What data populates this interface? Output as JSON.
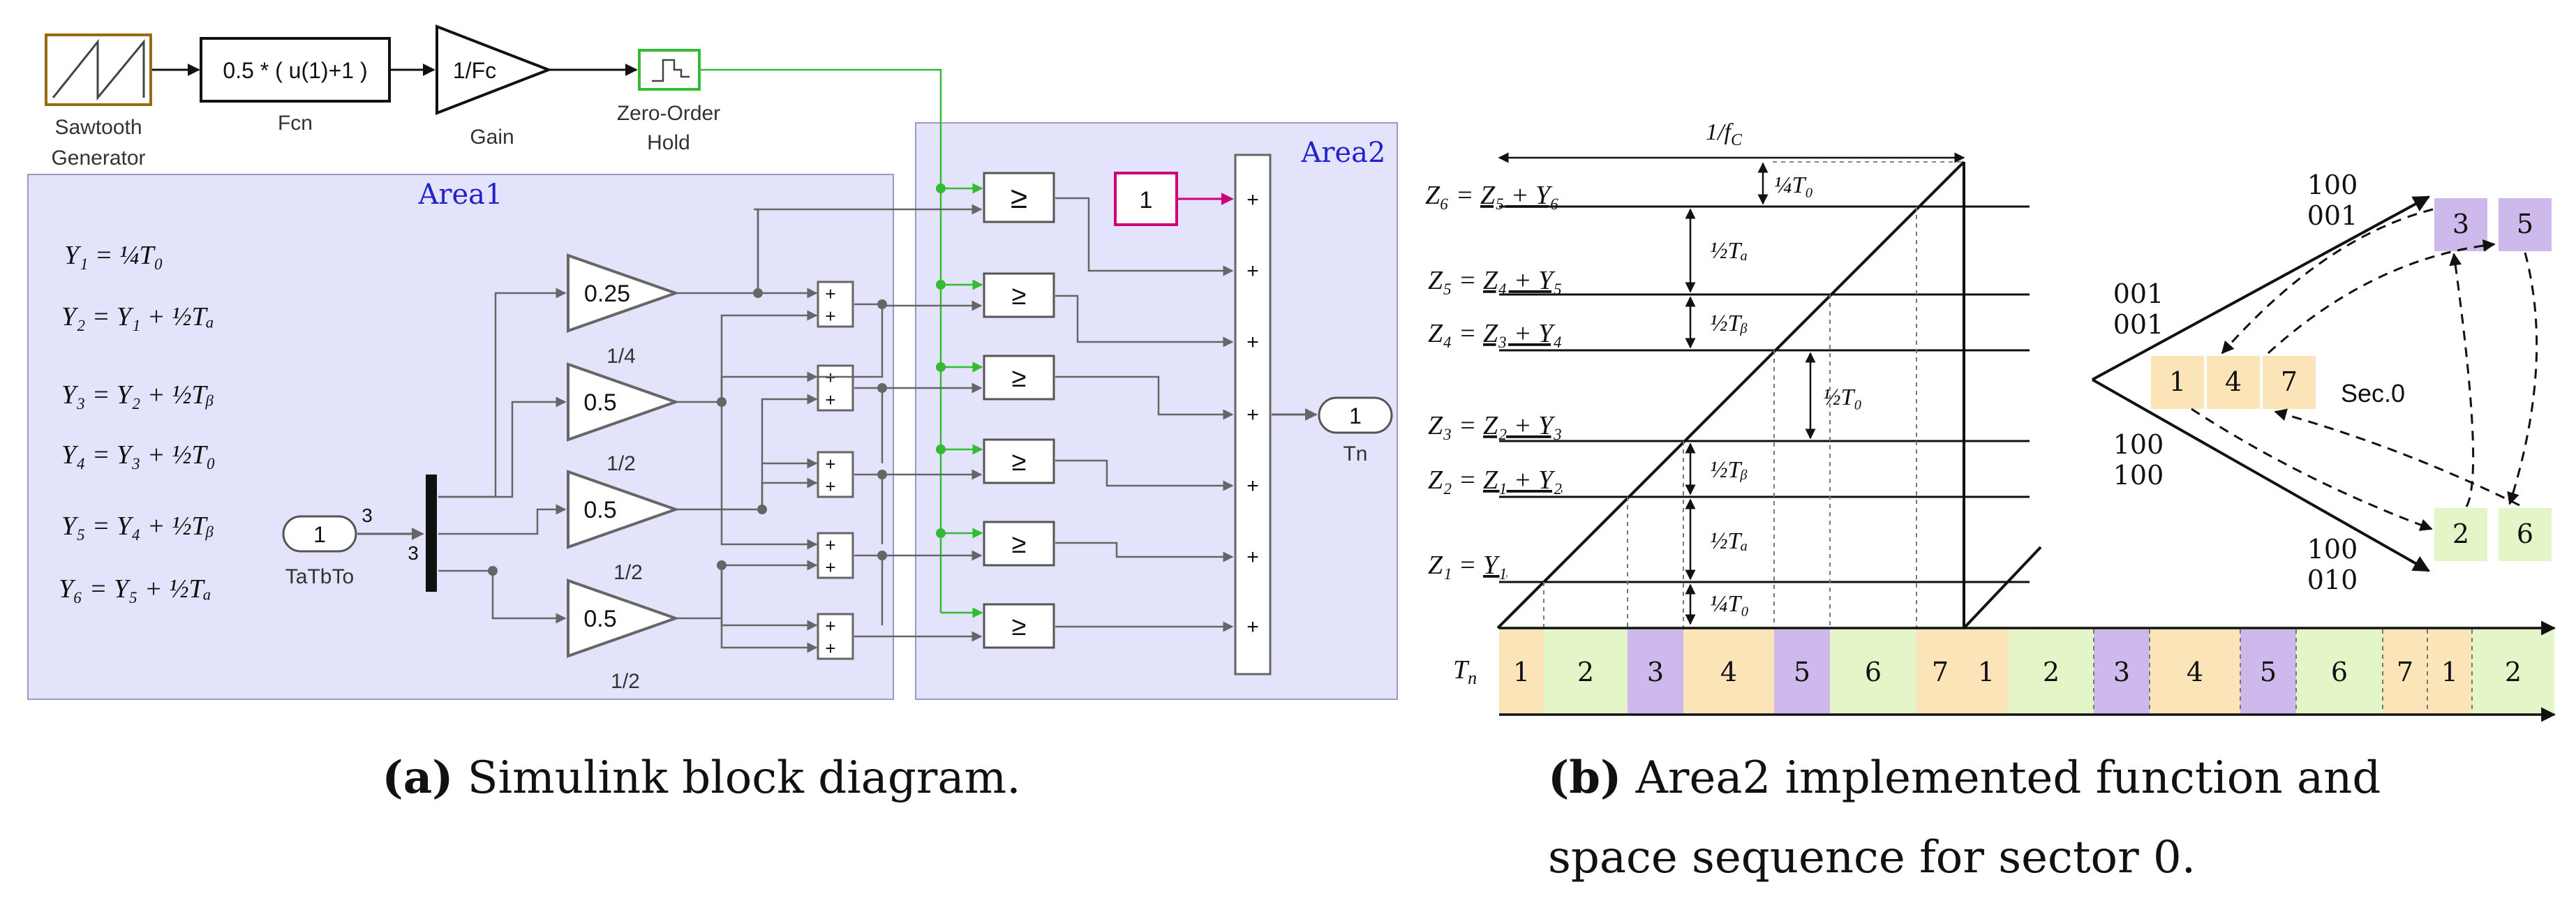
{
  "panel_a": {
    "sawtooth_label_1": "Sawtooth",
    "sawtooth_label_2": "Generator",
    "fcn_expr": "0.5 * ( u(1)+1 )",
    "fcn_label": "Fcn",
    "gain_value": "1/Fc",
    "gain_label": "Gain",
    "zoh_label_1": "Zero-Order",
    "zoh_label_2": "Hold",
    "area1_title": "Area1",
    "area2_title": "Area2",
    "equations": [
      {
        "lhs": "Y₁ = ",
        "rhs": "¼T₀"
      },
      {
        "lhs": "Y₂ = Y₁ + ",
        "rhs": "½Tₐ"
      },
      {
        "lhs": "Y₃ = Y₂ + ",
        "rhs": "½Tᵦ"
      },
      {
        "lhs": "Y₄ = Y₃ + ",
        "rhs": "½T₀"
      },
      {
        "lhs": "Y₅ = Y₄ + ",
        "rhs": "½Tᵦ"
      },
      {
        "lhs": "Y₆ = Y₅ + ",
        "rhs": "½Tₐ"
      }
    ],
    "inport_value": "1",
    "inport_label": "TaTbTo",
    "inport_width": "3",
    "demux_width": "3",
    "gains": [
      {
        "value": "0.25",
        "caption": "1/4"
      },
      {
        "value": "0.5",
        "caption": "1/2"
      },
      {
        "value": "0.5",
        "caption": "1/2"
      },
      {
        "value": "0.5",
        "caption": "1/2"
      }
    ],
    "plus": "+",
    "compare_symbol": "≥",
    "constant_value": "1",
    "outport_value": "1",
    "outport_label": "Tn",
    "caption_prefix": "(a)",
    "caption_text": " Simulink block diagram."
  },
  "panel_b": {
    "top_label": "1/f",
    "top_label_sub": "C",
    "z_labels": [
      {
        "lhs": "Z₆ = ",
        "rhs": "Z₅ + Y₆"
      },
      {
        "lhs": "Z₅ = ",
        "rhs": "Z₄ + Y₅"
      },
      {
        "lhs": "Z₄ = ",
        "rhs": "Z₃ + Y₄"
      },
      {
        "lhs": "Z₃ = ",
        "rhs": "Z₂ + Y₃"
      },
      {
        "lhs": "Z₂ = ",
        "rhs": "Z₁ + Y₂"
      },
      {
        "lhs": "Z₁ = ",
        "rhs": "Y₁"
      }
    ],
    "intervals": [
      "¼T₀",
      "½Tₐ",
      "½Tᵦ",
      "½T₀",
      "½Tᵦ",
      "½Tₐ",
      "¼T₀"
    ],
    "tn_label": "T",
    "tn_sub": "n",
    "sequence": [
      "1",
      "2",
      "3",
      "4",
      "5",
      "6",
      "7",
      "1",
      "2",
      "3",
      "4",
      "5",
      "6",
      "7",
      "1",
      "2"
    ],
    "hex": {
      "label_100_001_a": "100",
      "label_100_001_b": "001",
      "label_001_001_a": "001",
      "label_001_001_b": "001",
      "label_100_100_a": "100",
      "label_100_100_b": "100",
      "label_100_010_a": "100",
      "label_100_010_b": "010",
      "sector": "Sec.0",
      "box_1": "1",
      "box_4": "4",
      "box_7": "7",
      "box_3": "3",
      "box_5": "5",
      "box_2": "2",
      "box_6": "6"
    },
    "caption_prefix": "(b)",
    "caption_line1": " Area2 implemented function and",
    "caption_line2": "space sequence for sector 0."
  },
  "colors": {
    "area_fill": "#e3e3fb",
    "area_stroke": "#9a9ac8",
    "area_title": "#2222cc",
    "green_signal": "#33bb33",
    "magenta": "#cc0077",
    "yellow_box": "#fbe4b8",
    "green_box": "#e4f6c8",
    "purple_box": "#cdb9ec",
    "sawtooth_border": "#9a6a10"
  }
}
